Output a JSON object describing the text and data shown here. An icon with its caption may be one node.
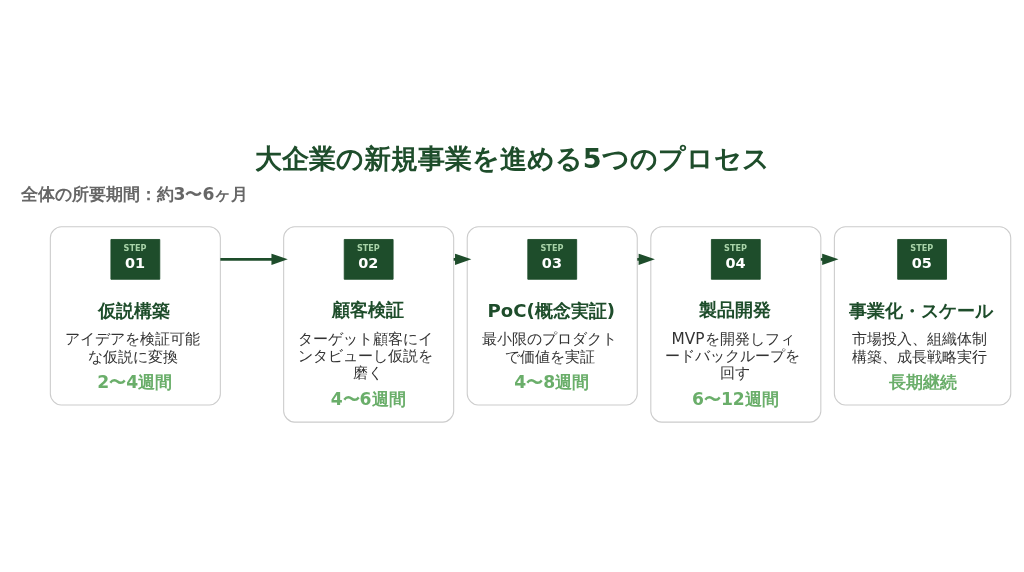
{
  "diagram": {
    "title": "大企業の新規事業を進める5つのプロセス",
    "nodes": [
      {
        "text": [
          "仮説構築",
          "アイデアを検証可能な仮説に変換",
          "2〜4週間"
        ]
      },
      {
        "text": [
          "STEP",
          "01"
        ],
        "in": 0
      },
      {
        "text": [
          "顧客検証",
          "ターゲット顧客にインタビューし仮説を磨く",
          "4〜6週間"
        ]
      },
      {
        "text": [
          "STEP",
          "02"
        ],
        "in": 2
      },
      {
        "text": [
          "PoC(概念実証)",
          "最小限のプロダクトで価値を実証",
          "4〜8週間"
        ]
      },
      {
        "text": [
          "STEP",
          "03"
        ],
        "in": 4
      },
      {
        "text": [
          "製品開発",
          "MVPを開発しフィードバックループを回す",
          "6〜12週間"
        ]
      },
      {
        "text": [
          "STEP",
          "04"
        ],
        "in": 6
      },
      {
        "text": [
          "事業化・スケール",
          "市場投入、組織体制構築、成長戦略実行",
          "長期継続"
        ]
      },
      {
        "text": [
          "STEP",
          "05"
        ],
        "in": 8
      }
    ],
    "edges": [
      {
        "from": 0,
        "to": 2,
        "arrow": "to"
      },
      {
        "from": 2,
        "to": 4,
        "arrow": "to"
      },
      {
        "from": 4,
        "to": 6,
        "arrow": "to"
      },
      {
        "from": 6,
        "to": 8,
        "arrow": "to"
      }
    ],
    "labels": [
      "全体の所要期間：約3〜6ヶ月"
    ]
  }
}
